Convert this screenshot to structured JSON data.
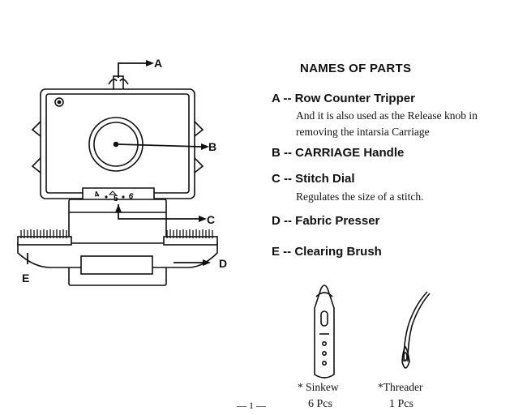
{
  "heading": "NAMES OF PARTS",
  "parts": [
    {
      "letter": "A",
      "label": "A -- Row Counter Tripper",
      "description": [
        "And it is also used as the Release knob in",
        "removing the intarsia Carriage"
      ]
    },
    {
      "letter": "B",
      "label": "B -- CARRIAGE Handle",
      "description": []
    },
    {
      "letter": "C",
      "label": "C -- Stitch Dial",
      "description": [
        "Regulates the size of a stitch."
      ]
    },
    {
      "letter": "D",
      "label": "D -- Fabric Presser",
      "description": []
    },
    {
      "letter": "E",
      "label": "E -- Clearing Brush",
      "description": []
    }
  ],
  "callouts": {
    "a": "A",
    "b": "B",
    "c": "C",
    "d": "D",
    "e": "E"
  },
  "dial_numbers": [
    "4",
    "5",
    "6"
  ],
  "accessories": [
    {
      "caption": "* Sinkew",
      "quantity": "6 Pcs"
    },
    {
      "caption": "*Threader",
      "quantity": "1 Pcs"
    }
  ],
  "page_number": "— 1 —"
}
